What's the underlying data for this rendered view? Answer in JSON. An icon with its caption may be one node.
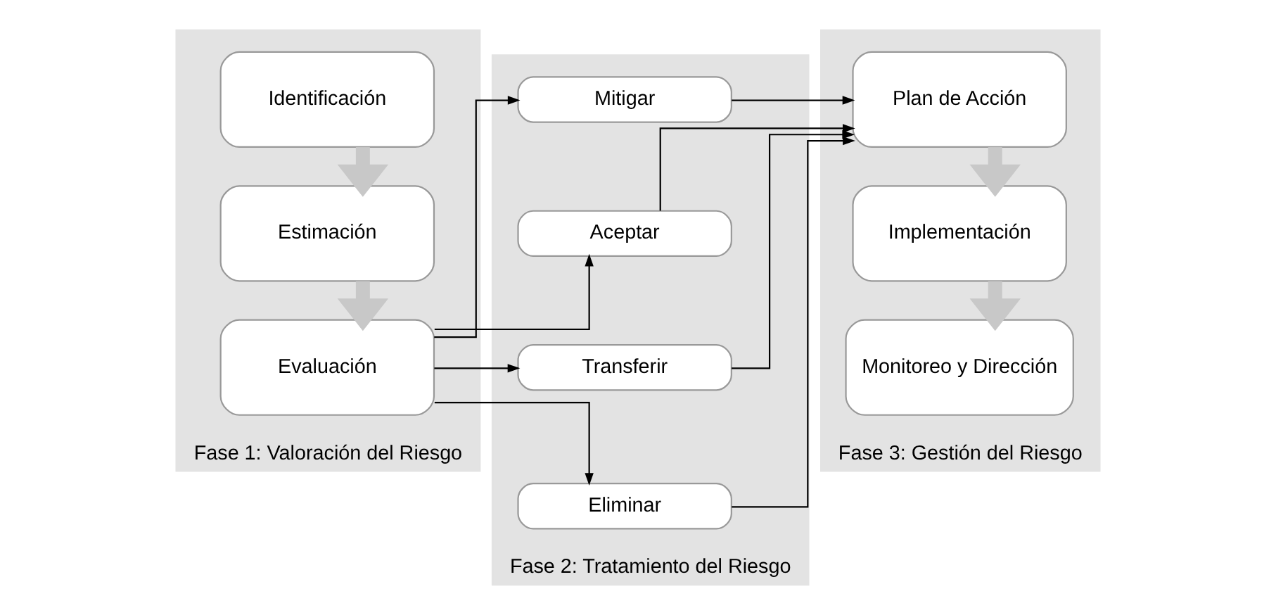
{
  "diagram": {
    "nodes": [
      {
        "text": [
          "Fase 1: Valoración del Riesgo"
        ]
      },
      {
        "text": [
          "Identificación"
        ],
        "in": 0
      },
      {
        "text": [
          "Estimación"
        ],
        "in": 0
      },
      {
        "text": [
          "Evaluación"
        ],
        "in": 0
      },
      {
        "text": [
          "Fase 2: Tratamiento del Riesgo"
        ]
      },
      {
        "text": [
          "Mitigar"
        ],
        "in": 4
      },
      {
        "text": [
          "Aceptar"
        ],
        "in": 4
      },
      {
        "text": [
          "Transferir"
        ],
        "in": 4
      },
      {
        "text": [
          "Eliminar"
        ],
        "in": 4
      },
      {
        "text": [
          "Fase 3: Gestión del Riesgo"
        ]
      },
      {
        "text": [
          "Plan de Acción"
        ],
        "in": 9
      },
      {
        "text": [
          "Implementación"
        ],
        "in": 9
      },
      {
        "text": [
          "Monitoreo y Dirección"
        ],
        "in": 9
      }
    ],
    "edges": [
      {
        "from": 1,
        "to": 2,
        "arrow": "to",
        "style": "thick",
        "color": "#c8c8c8"
      },
      {
        "from": 2,
        "to": 3,
        "arrow": "to",
        "style": "thick",
        "color": "#c8c8c8"
      },
      {
        "from": 3,
        "to": 5,
        "arrow": "to"
      },
      {
        "from": 3,
        "to": 6,
        "arrow": "to"
      },
      {
        "from": 3,
        "to": 7,
        "arrow": "to"
      },
      {
        "from": 3,
        "to": 8,
        "arrow": "to"
      },
      {
        "from": 5,
        "to": 10,
        "arrow": "to"
      },
      {
        "from": 6,
        "to": 10,
        "arrow": "to"
      },
      {
        "from": 7,
        "to": 10,
        "arrow": "to"
      },
      {
        "from": 8,
        "to": 10,
        "arrow": "to"
      },
      {
        "from": 10,
        "to": 11,
        "arrow": "to",
        "style": "thick",
        "color": "#c8c8c8"
      },
      {
        "from": 11,
        "to": 12,
        "arrow": "to",
        "style": "thick",
        "color": "#c8c8c8"
      }
    ]
  }
}
